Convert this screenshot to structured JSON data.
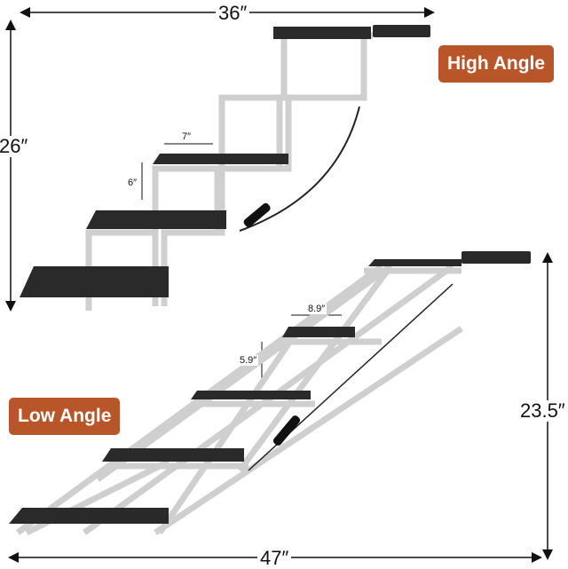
{
  "high_angle": {
    "label": "High Angle",
    "width": "36″",
    "height": "26″",
    "step_depth": "7″",
    "step_rise": "6″"
  },
  "low_angle": {
    "label": "Low Angle",
    "width": "47″",
    "height": "23.5″",
    "step_depth": "8.9″",
    "step_rise": "5.9″"
  },
  "colors": {
    "badge": "#b8562a",
    "tread": "#2a2a2a",
    "frame": "#d8d8d8"
  }
}
